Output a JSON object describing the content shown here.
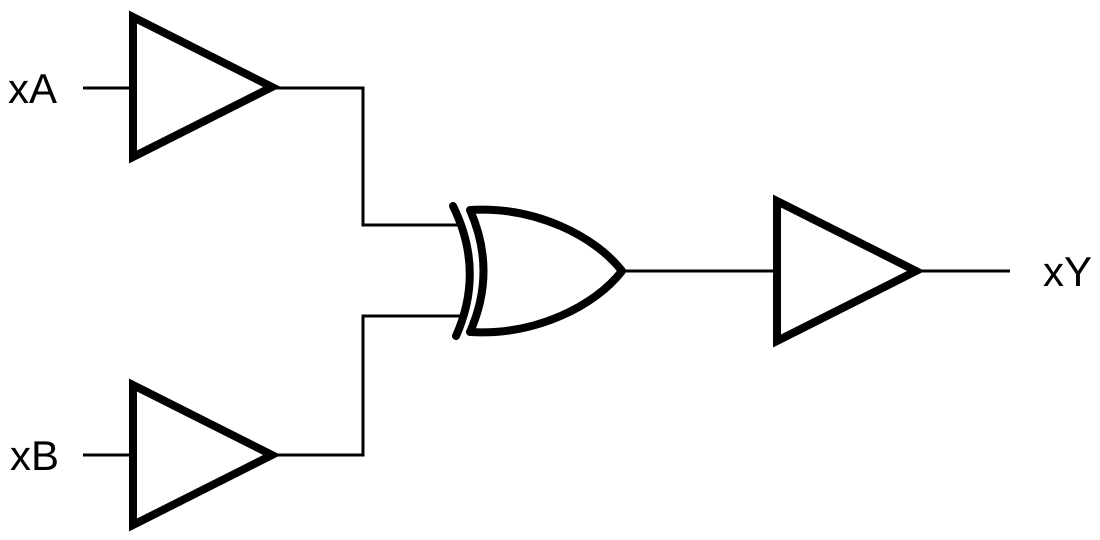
{
  "diagram": {
    "type": "logic-circuit-schematic",
    "background_color": "#ffffff",
    "stroke_color": "#000000",
    "labels": {
      "input_a": "xA",
      "input_b": "xB",
      "output": "xY"
    },
    "gates": [
      {
        "id": "buffer-a",
        "type": "buffer",
        "connected_input_label": "xA"
      },
      {
        "id": "buffer-b",
        "type": "buffer",
        "connected_input_label": "xB"
      },
      {
        "id": "xor-gate",
        "type": "xor",
        "inputs_from": [
          "buffer-a",
          "buffer-b"
        ]
      },
      {
        "id": "buffer-y",
        "type": "buffer",
        "connected_output_label": "xY"
      }
    ]
  }
}
